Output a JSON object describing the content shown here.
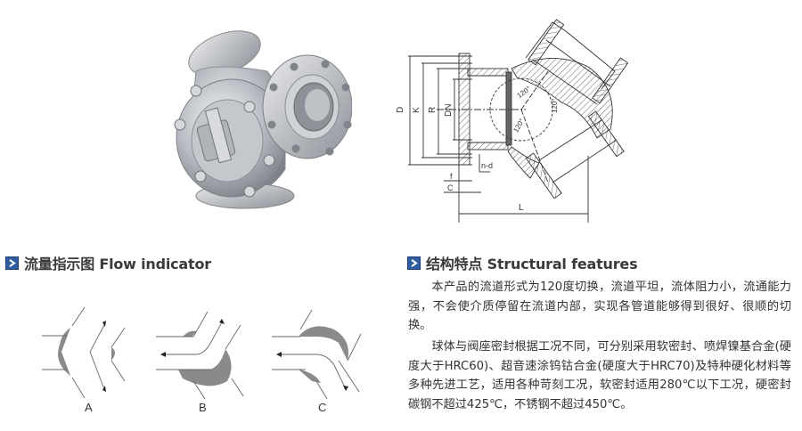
{
  "product_photo": {
    "alt": "Stainless steel flanged three-way (L-port) ball valve"
  },
  "drawing": {
    "dimension_labels": [
      "D",
      "K",
      "R",
      "DN",
      "f",
      "C",
      "n-d",
      "L"
    ],
    "angle_labels": [
      "120°",
      "120°",
      "120°"
    ]
  },
  "flow_indicator": {
    "title": "流量指示图 Flow indicator",
    "diagrams": [
      {
        "label": "A"
      },
      {
        "label": "B"
      },
      {
        "label": "C"
      }
    ]
  },
  "structural_features": {
    "title": "结构特点 Structural features",
    "paragraphs": [
      "本产品的流道形式为120度切换，流道平坦，流体阻力小，流通能力强，不会使介质停留在流道内部，实现各管道能够得到很好、很顺的切换。",
      "球体与阀座密封根据工况不同，可分别采用软密封、喷焊镍基合金(硬度大于HRC60)、超音速涂钨钴合金(硬度大于HRC70)及特种硬化材料等多种先进工艺，适用各种苛刻工况，软密封适用280℃以下工况，硬密封碳钢不超过425℃，不锈钢不超过450℃。"
    ]
  },
  "colors": {
    "accent_icon": "#2f5d9e",
    "heading_text": "#3a3a3a",
    "body_text": "#333333",
    "seal_fill": "#8a8a8a"
  }
}
